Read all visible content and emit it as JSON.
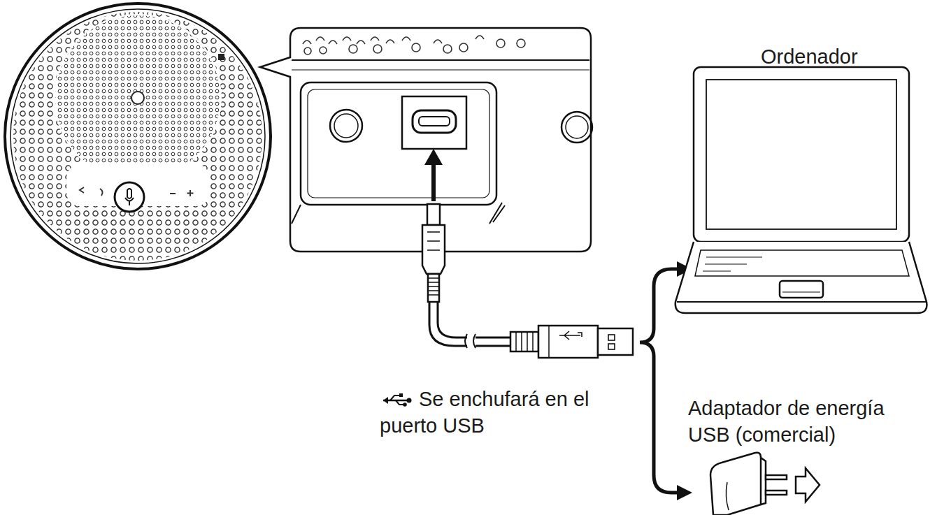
{
  "diagram": {
    "labels": [
      "Ordenador",
      "Se enchufará en el puerto USB",
      "Adaptador de energía USB (comercial)"
    ]
  }
}
